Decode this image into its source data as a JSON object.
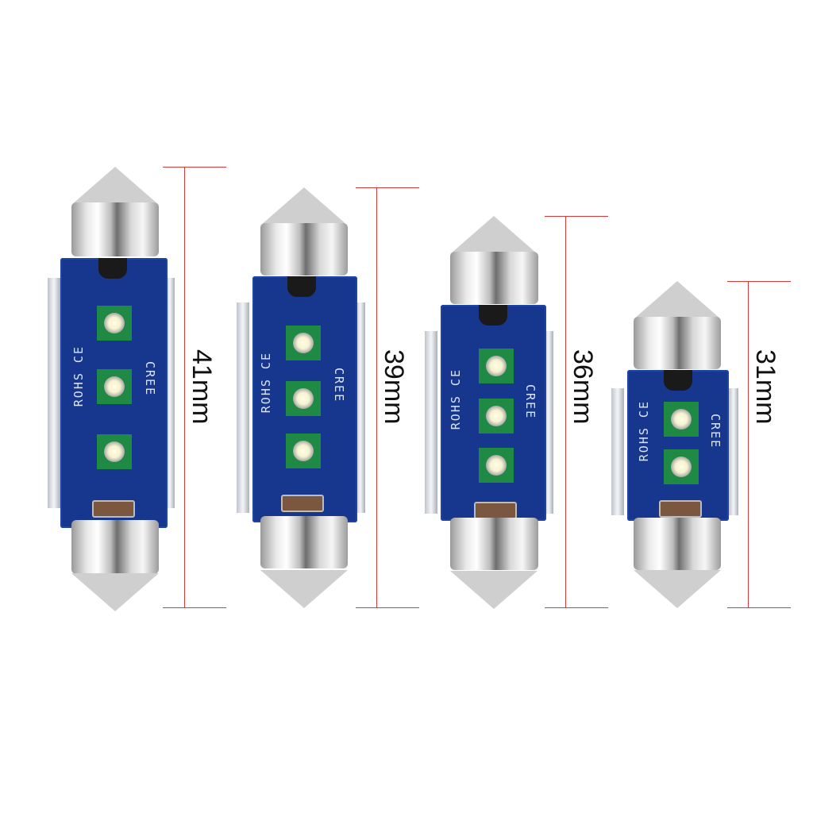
{
  "bulbs": [
    {
      "size_label": "41mm",
      "led_count": 3,
      "pcb_text_left": "ROHS CE",
      "pcb_text_right": "CREE"
    },
    {
      "size_label": "39mm",
      "led_count": 3,
      "pcb_text_left": "ROHS CE",
      "pcb_text_right": "CREE"
    },
    {
      "size_label": "36mm",
      "led_count": 3,
      "pcb_text_left": "ROHS CE",
      "pcb_text_right": "CREE"
    },
    {
      "size_label": "31mm",
      "led_count": 2,
      "pcb_text_left": "ROHS CE",
      "pcb_text_right": "CREE"
    }
  ],
  "colors": {
    "pcb": "#16378d",
    "dimension_line": "#d63a3a",
    "led_pad": "#1f8a43"
  }
}
